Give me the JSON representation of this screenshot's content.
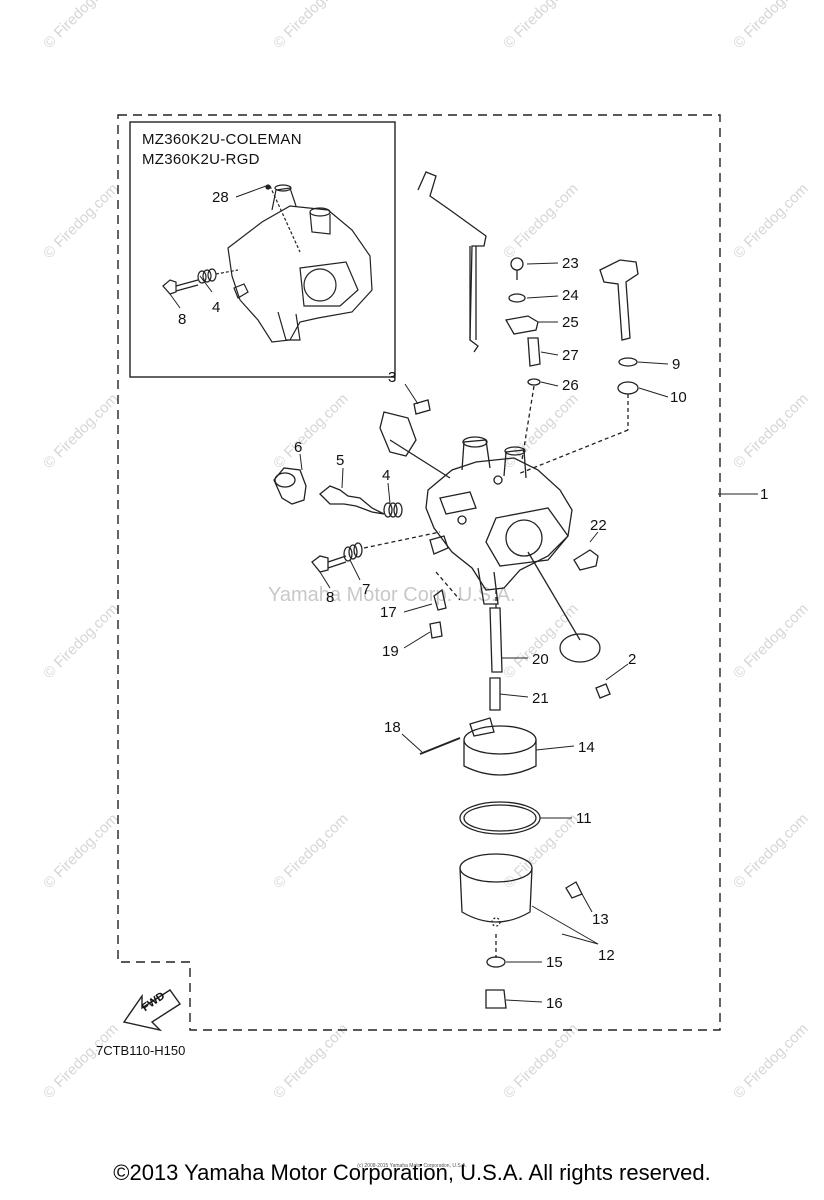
{
  "inset": {
    "title_line1": "MZ360K2U-COLEMAN",
    "title_line2": "MZ360K2U-RGD",
    "callouts": [
      "28",
      "8",
      "4"
    ]
  },
  "callouts": {
    "c1": "1",
    "c2": "2",
    "c3": "3",
    "c4": "4",
    "c5": "5",
    "c6": "6",
    "c7": "7",
    "c8": "8",
    "c9": "9",
    "c10": "10",
    "c11": "11",
    "c12": "12",
    "c13": "13",
    "c14": "14",
    "c15": "15",
    "c16": "16",
    "c17": "17",
    "c18": "18",
    "c19": "19",
    "c20": "20",
    "c21": "21",
    "c22": "22",
    "c23": "23",
    "c24": "24",
    "c25": "25",
    "c26": "26",
    "c27": "27"
  },
  "diagram_code": "7CTB110-H150",
  "fwd_arrow_label": "FWD",
  "center_watermark": "Yamaha Motor Corp. U.S.A.",
  "watermark_text": "© Firedog.com",
  "tiny_copyright": "(c) 2008-2015 Yamaha Motor Corporation, U.S.A.",
  "footer": "©2013 Yamaha Motor Corporation, U.S.A. All rights reserved."
}
